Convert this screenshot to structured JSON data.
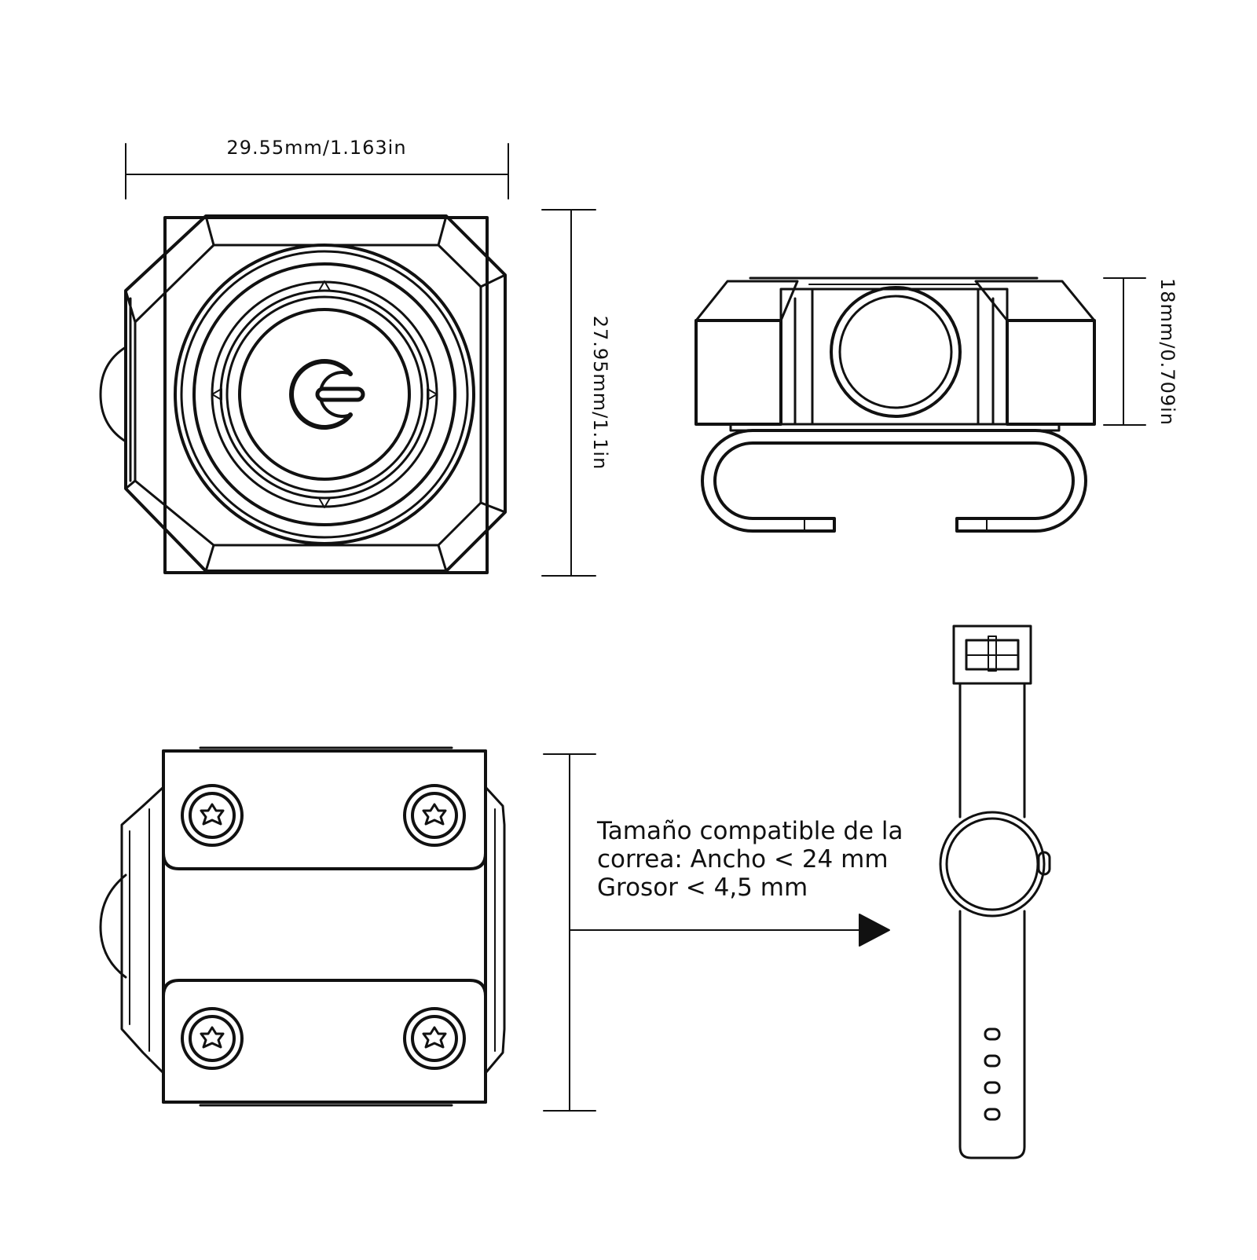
{
  "colors": {
    "line": "#111111",
    "background": "#ffffff"
  },
  "dimensions": {
    "width": "29.55mm/1.163in",
    "height": "27.95mm/1.1in",
    "depth": "18mm/0.709in"
  },
  "strap_note": {
    "line1": "Tamaño compatible de la",
    "line2": "correa: Ancho < 24 mm",
    "line3": "Grosor < 4,5 mm"
  },
  "icons": {
    "power": "power-icon",
    "screw": "torx-screw-icon",
    "arrow": "arrow-right-icon",
    "watch": "wristwatch-icon"
  }
}
